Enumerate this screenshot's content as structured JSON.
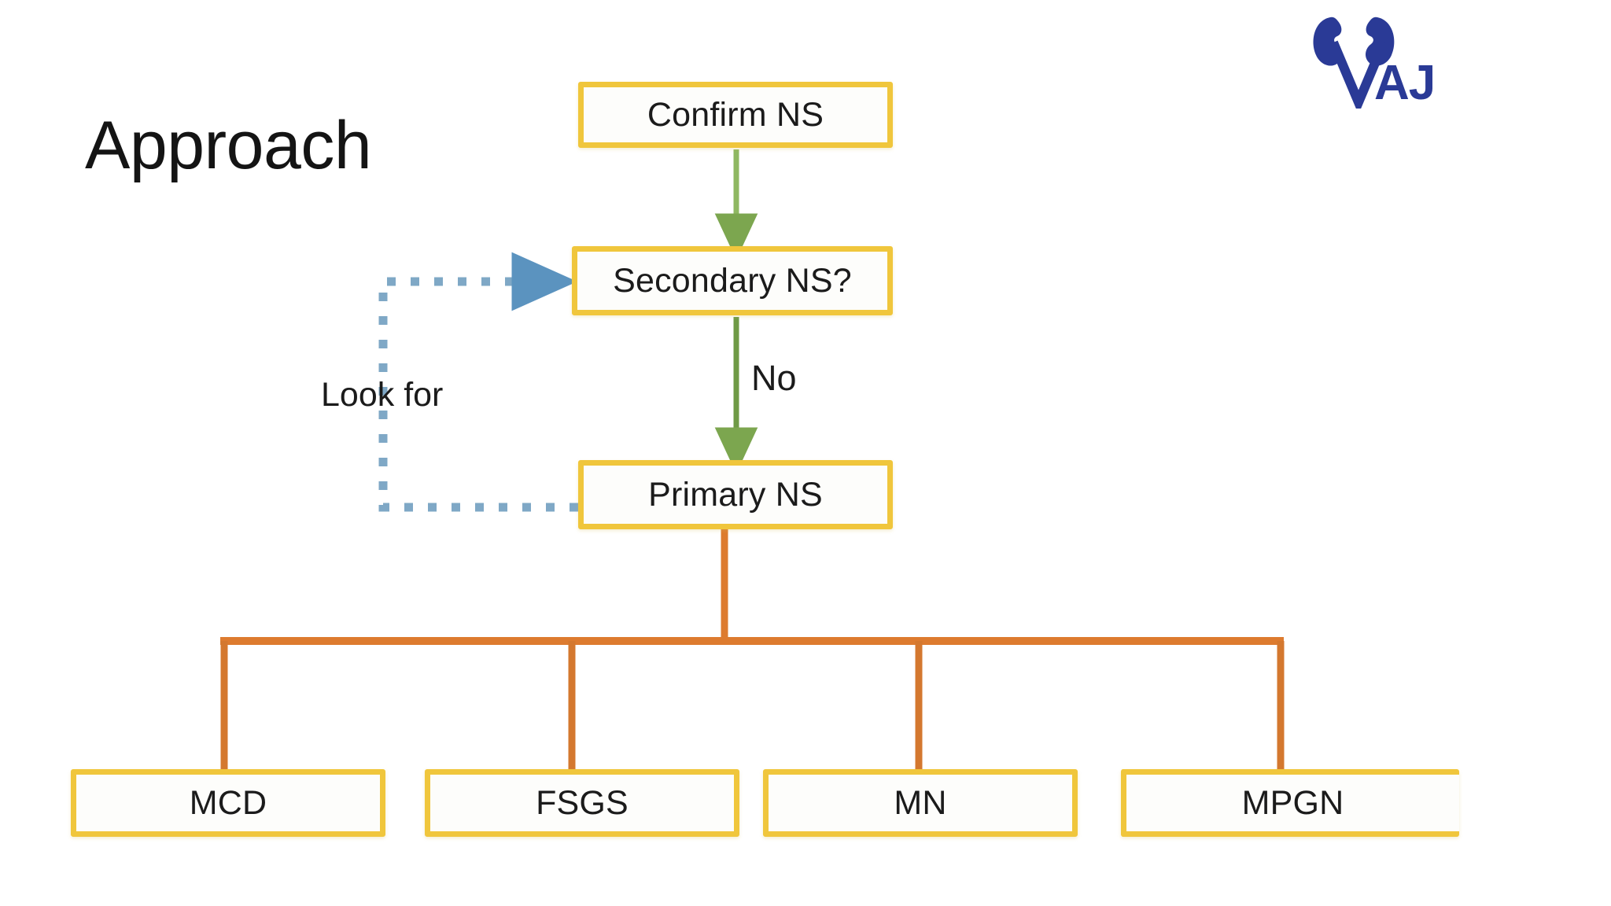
{
  "slide": {
    "title": "Approach",
    "background_color": "#ffffff"
  },
  "logo": {
    "name": "kidney-logo",
    "text": "AJ",
    "color": "#2a3a96",
    "note": "cropped at right edge"
  },
  "colors": {
    "node_border": "#f0c63c",
    "node_fill": "#fdfdfb",
    "green_arrow": "#7ca64f",
    "orange_connector": "#dd7b2f",
    "blue_dotted": "#7fa8c6",
    "text": "#1b1b1b"
  },
  "chart_data": {
    "type": "diagram",
    "title": "Approach",
    "nodes": [
      {
        "id": "confirm-ns",
        "label": "Confirm NS",
        "level": 0
      },
      {
        "id": "secondary-ns",
        "label": "Secondary NS?",
        "level": 1
      },
      {
        "id": "primary-ns",
        "label": "Primary NS",
        "level": 2
      },
      {
        "id": "mcd",
        "label": "MCD",
        "level": 3
      },
      {
        "id": "fsgs",
        "label": "FSGS",
        "level": 3
      },
      {
        "id": "mn",
        "label": "MN",
        "level": 3
      },
      {
        "id": "mpgn",
        "label": "MPGN",
        "level": 3
      }
    ],
    "edges": [
      {
        "from": "confirm-ns",
        "to": "secondary-ns",
        "label": "",
        "style": "solid-arrow",
        "color": "#7ca64f"
      },
      {
        "from": "secondary-ns",
        "to": "primary-ns",
        "label": "No",
        "style": "solid-arrow",
        "color": "#7ca64f"
      },
      {
        "from": "primary-ns",
        "to": "secondary-ns",
        "label": "Look for",
        "style": "dotted-arrow",
        "color": "#7fa8c6"
      },
      {
        "from": "primary-ns",
        "to": "mcd",
        "label": "",
        "style": "elbow",
        "color": "#dd7b2f"
      },
      {
        "from": "primary-ns",
        "to": "fsgs",
        "label": "",
        "style": "elbow",
        "color": "#dd7b2f"
      },
      {
        "from": "primary-ns",
        "to": "mn",
        "label": "",
        "style": "elbow",
        "color": "#dd7b2f"
      },
      {
        "from": "primary-ns",
        "to": "mpgn",
        "label": "",
        "style": "elbow",
        "color": "#dd7b2f"
      }
    ]
  },
  "nodes": {
    "confirm_ns": "Confirm NS",
    "secondary_ns": "Secondary NS?",
    "primary_ns": "Primary NS",
    "mcd": "MCD",
    "fsgs": "FSGS",
    "mn": "MN",
    "mpgn": "MPGN"
  },
  "edge_labels": {
    "no": "No",
    "look_for": "Look for"
  }
}
